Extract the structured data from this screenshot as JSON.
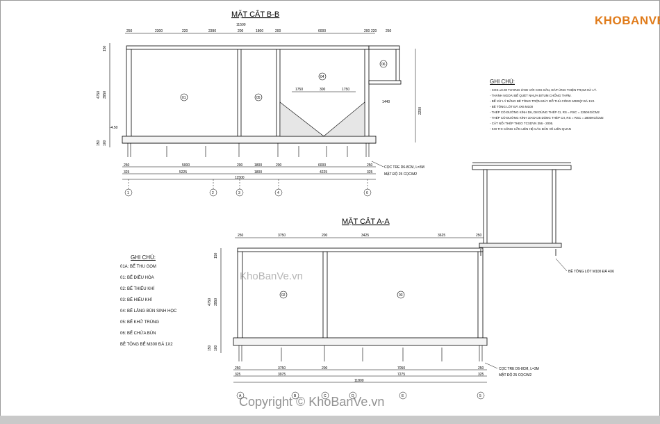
{
  "brand": {
    "logo": "KHOBANVE"
  },
  "section_bb": {
    "title": "MẶT CẮT B-B",
    "top_total": "11500",
    "top_dims": [
      "250",
      "2300",
      "220",
      "2390",
      "200",
      "1800",
      "200",
      "6000",
      "200",
      "220",
      "250"
    ],
    "bottom_dims_1": [
      "250",
      "5000",
      "200",
      "1800",
      "200",
      "6000",
      "250"
    ],
    "bottom_dims_2": [
      "325",
      "5225",
      "1800",
      "4225",
      "325"
    ],
    "bottom_total": "11500",
    "left_dims": [
      "150",
      "4750",
      "3950",
      "100",
      "150"
    ],
    "inner_dims": [
      "1750",
      "300",
      "1750"
    ],
    "right_dims": [
      "1440",
      "2200"
    ],
    "level_left": "-4.50",
    "tank_labels": [
      "01",
      "05",
      "04",
      "06"
    ],
    "axes": [
      "1",
      "2",
      "3",
      "4",
      "6"
    ],
    "pile_note": "CỌC TRE D6-8CM, L=3M",
    "pile_density": "MẬT ĐỘ 25 CỌC/M2"
  },
  "notes_top": {
    "title": "GHI CHÚ:",
    "items": [
      "- COS ±0.00 TƯƠNG ỨNG VỚI COS SÂN, ĐÁP ỨNG THIỆN TRẠM XỬ LÝ.",
      "- THÀNH NGOÀI BỂ QUÉT NHỰA BITUM CHỐNG THẤM.",
      "- BỂ XỬ LÝ BẰNG BÊ TÔNG TRỘN MÁY ĐỔ THỦ CÔNG M300(# ĐÁ 1X2.",
      "- BÊ TÔNG LÓT ĐÁ 4X6 M100",
      "- THÉP CÓ ĐƯỜNG KÍNH D6, D8 DÙNG THÉP CI, RS = RSC = 2250KG/CM2",
      "- THÉP CÓ ĐƯỜNG KÍNH 10<D<25 DÙNG THÉP CII, RS = RSC = 2800KG/CM2",
      "- CẮT NỐI THÉP THEO TCXDVN 356 - 2005.",
      "- KHI THI CÔNG CẦN LIÊN HỆ CÁC BẢN VẼ LIÊN QUAN"
    ]
  },
  "detail": {
    "note": "BÊ TÔNG LÓT M100 ĐÁ 4X6"
  },
  "section_aa": {
    "title": "MẶT CẮT A-A",
    "top_dims": [
      "250",
      "3750",
      "200",
      "3425",
      "3625",
      "250"
    ],
    "bottom_dims_1": [
      "250",
      "3750",
      "200",
      "7050",
      "250"
    ],
    "bottom_dims_2": [
      "325",
      "3975",
      "7275",
      "325"
    ],
    "bottom_total": "11800",
    "left_dims": [
      "150",
      "4750",
      "3950",
      "100",
      "150"
    ],
    "tank_labels": [
      "02",
      "03"
    ],
    "axes": [
      "A",
      "B",
      "C",
      "D",
      "E",
      "5"
    ],
    "pile_note": "CỌC TRE D6-8CM, L=3M",
    "pile_density": "MẬT ĐỘ 25 CỌC/M2"
  },
  "legend": {
    "title": "GHI CHÚ:",
    "items": [
      "01A: BỂ THU GOM",
      "01: BỂ ĐIỀU HÒA",
      "02: BỂ THIẾU KHÍ",
      "03: BỂ HIẾU KHÍ",
      "04: BỂ LẮNG BÙN SINH HỌC",
      "05: BỂ KHỬ TRÙNG",
      "06: BỂ CHỨA BÙN"
    ],
    "footer": "BÊ TÔNG BỂ M300 ĐÁ 1X2"
  },
  "watermarks": {
    "center": "KhoBanVe.vn",
    "copyright": "Copyright © KhoBanVe.vn"
  }
}
